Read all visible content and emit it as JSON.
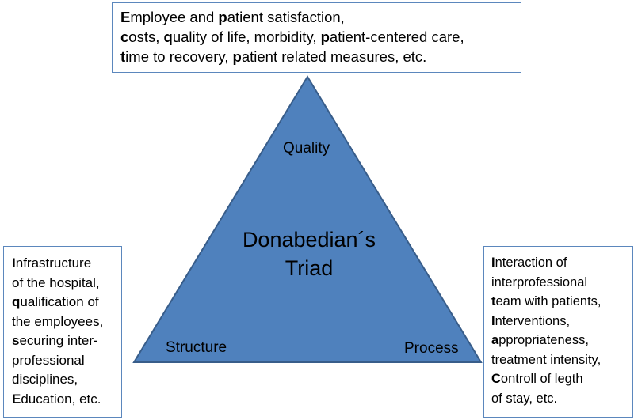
{
  "diagram": {
    "center_title_lines": [
      "Donabedian´s",
      "Triad"
    ],
    "vertices": {
      "top": "Quality",
      "left": "Structure",
      "right": "Process"
    },
    "boxes": {
      "top": [
        [
          {
            "b": "E",
            "t": "mployee and "
          },
          {
            "b": "p",
            "t": "atient satisfaction,"
          }
        ],
        [
          {
            "b": "c",
            "t": "osts, "
          },
          {
            "b": "q",
            "t": "uality of life, morbidity, "
          },
          {
            "b": "p",
            "t": "atient-centered care,"
          }
        ],
        [
          {
            "b": "t",
            "t": "ime to recovery, "
          },
          {
            "b": "p",
            "t": "atient related measures, etc."
          }
        ]
      ],
      "left": [
        [
          {
            "b": "I",
            "t": "nfrastructure"
          }
        ],
        [
          {
            "b": "",
            "t": "of the hospital,"
          }
        ],
        [
          {
            "b": "q",
            "t": "ualification of"
          }
        ],
        [
          {
            "b": "",
            "t": "the employees,"
          }
        ],
        [
          {
            "b": "s",
            "t": "ecuring inter-"
          }
        ],
        [
          {
            "b": "",
            "t": "professional"
          }
        ],
        [
          {
            "b": "",
            "t": "disciplines,"
          }
        ],
        [
          {
            "b": "E",
            "t": "ducation, etc."
          }
        ]
      ],
      "right": [
        [
          {
            "b": "I",
            "t": "nteraction of"
          }
        ],
        [
          {
            "b": "",
            "t": "interprofessional"
          }
        ],
        [
          {
            "b": "t",
            "t": "eam with patients,"
          }
        ],
        [
          {
            "b": "I",
            "t": "nterventions,"
          }
        ],
        [
          {
            "b": "a",
            "t": "ppropriateness,"
          }
        ],
        [
          {
            "b": "",
            "t": "treatment intensity,"
          }
        ],
        [
          {
            "b": "C",
            "t": "ontroll of legth"
          }
        ],
        [
          {
            "b": "",
            "t": "of stay, etc."
          }
        ]
      ]
    },
    "colors": {
      "triangle_fill": "#4f81bd",
      "triangle_stroke": "#385d8a",
      "box_border": "#5b87bd"
    }
  }
}
